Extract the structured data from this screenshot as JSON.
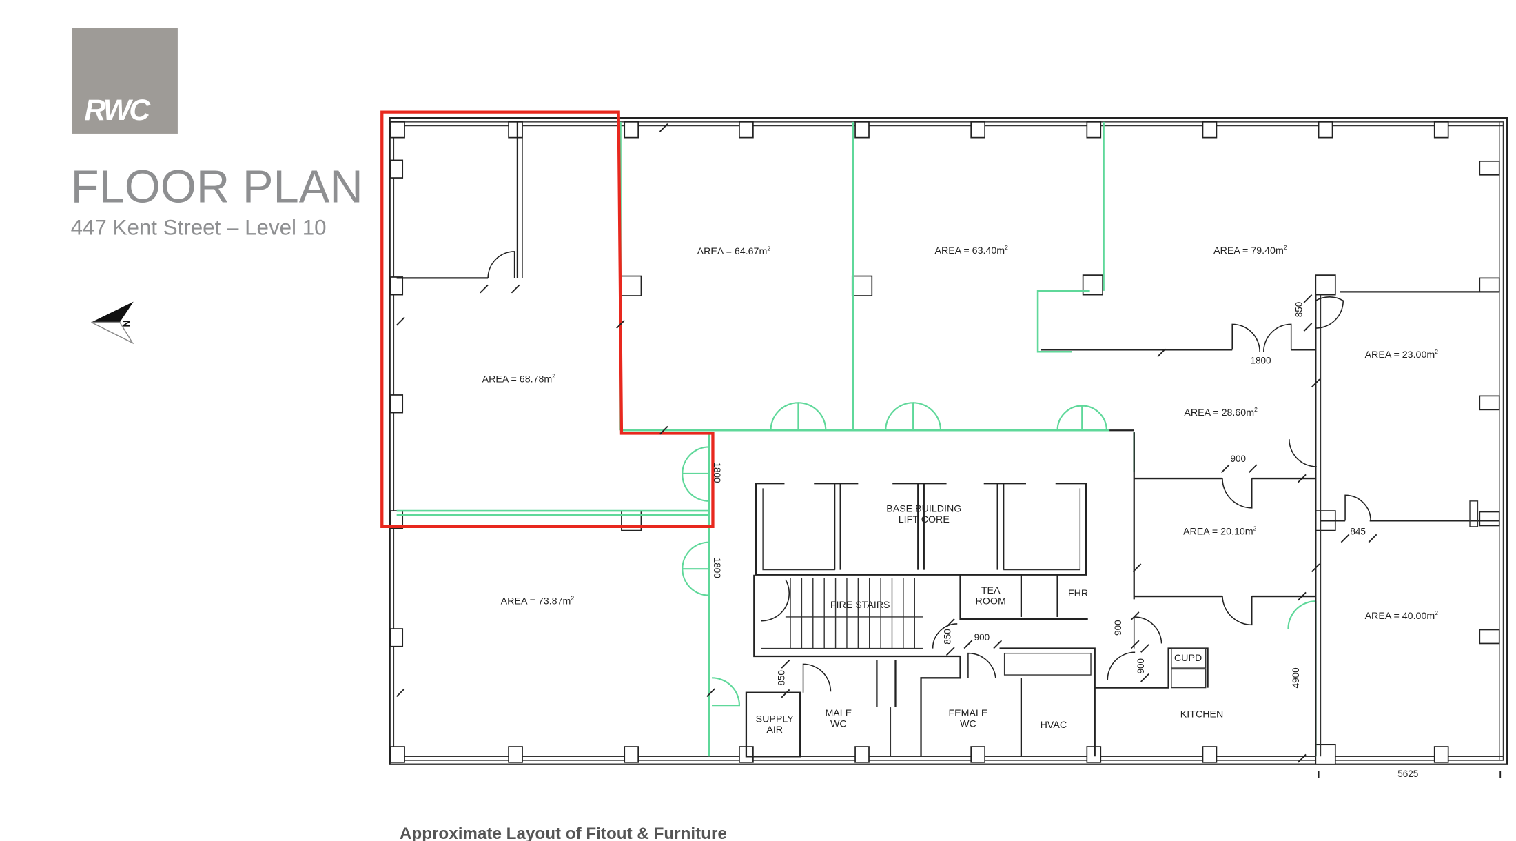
{
  "logo": {
    "text": "RWC",
    "bg_color": "#9e9b97"
  },
  "header": {
    "title": "FLOOR PLAN",
    "subtitle": "447 Kent Street – Level 10"
  },
  "compass": {
    "label": "N"
  },
  "colors": {
    "highlight": "#e8281e",
    "partition": "#5fd89a",
    "text_grey": "#8e8f91"
  },
  "areas": [
    {
      "label": "AREA = 68.78m",
      "sup": "2"
    },
    {
      "label": "AREA = 64.67m",
      "sup": "2"
    },
    {
      "label": "AREA = 63.40m",
      "sup": "2"
    },
    {
      "label": "AREA = 79.40m",
      "sup": "2"
    },
    {
      "label": "AREA = 23.00m",
      "sup": "2"
    },
    {
      "label": "AREA = 28.60m",
      "sup": "2"
    },
    {
      "label": "AREA = 20.10m",
      "sup": "2"
    },
    {
      "label": "AREA = 40.00m",
      "sup": "2"
    },
    {
      "label": "AREA = 73.87m",
      "sup": "2"
    }
  ],
  "rooms": {
    "lift_core": [
      "BASE BUILDING",
      "LIFT CORE"
    ],
    "fire_stairs": "FIRE STAIRS",
    "tea_room": [
      "TEA",
      "ROOM"
    ],
    "fhr": "FHR",
    "supply_air": [
      "SUPPLY",
      "AIR"
    ],
    "male_wc": [
      "MALE",
      "WC"
    ],
    "female_wc": [
      "FEMALE",
      "WC"
    ],
    "hvac": "HVAC",
    "kitchen": "KITCHEN",
    "cupd": "CUPD"
  },
  "dimensions": {
    "d1800": "1800",
    "d850a": "850",
    "d900a": "900",
    "d845": "845",
    "d1800b": "1800",
    "d1800c": "1800",
    "d850b": "850",
    "d900b": "900",
    "d900c": "900",
    "d900d": "900",
    "d850c": "850",
    "d4900": "4900",
    "d5625": "5625"
  },
  "footer": {
    "caption_pre": "Approximate Layout of ",
    "caption_word": "Fitout",
    "caption_post": " & Furniture"
  }
}
